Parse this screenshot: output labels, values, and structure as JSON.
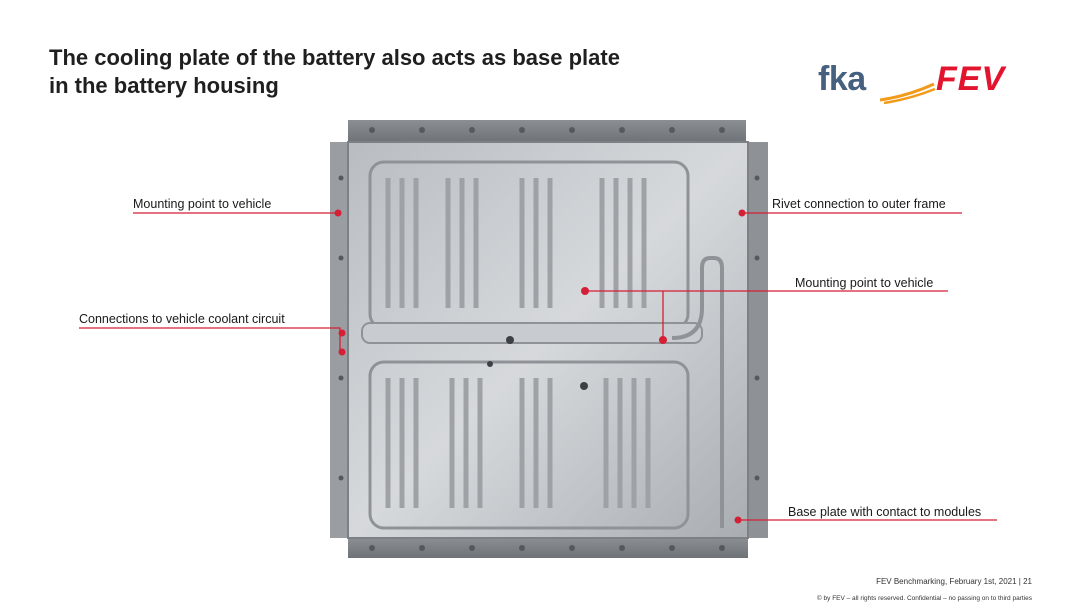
{
  "slide": {
    "title_line1": "The cooling plate of the battery also acts as base plate",
    "title_line2": "in the battery housing"
  },
  "logo": {
    "fka": "fka",
    "fev": "FEV",
    "fka_color": "#45617f",
    "fev_color": "#e3142d"
  },
  "labels": {
    "mount_left": "Mounting point to vehicle",
    "coolant": "Connections to vehicle coolant circuit",
    "rivet": "Rivet connection to outer frame",
    "mount_right": "Mounting point to vehicle",
    "base_plate": "Base plate with contact to modules"
  },
  "accent_color": "#d41f35",
  "footer": {
    "line1": "FEV Benchmarking, February 1st, 2021   | 21",
    "line2": "© by FEV – all rights reserved. Confidential – no passing on to third parties"
  }
}
